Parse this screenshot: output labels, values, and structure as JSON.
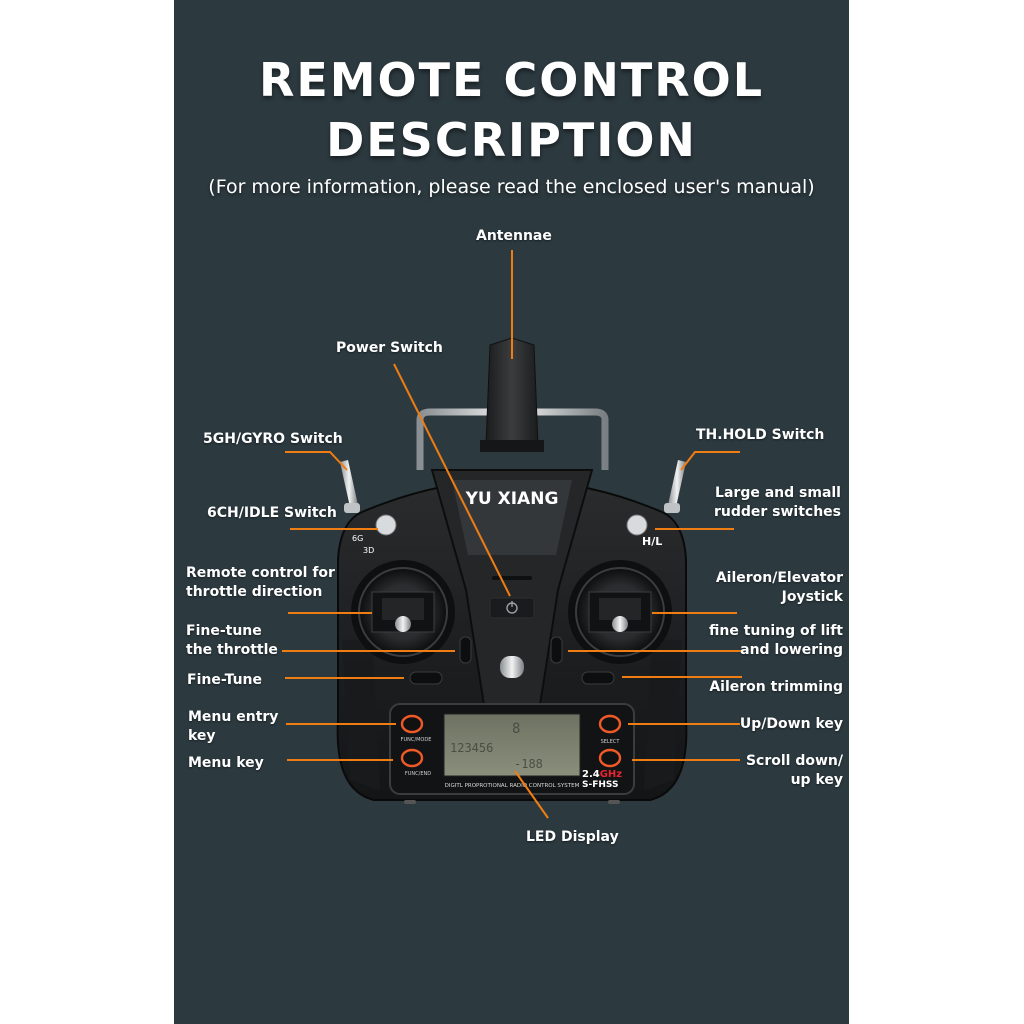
{
  "header": {
    "title_line1": "REMOTE CONTROL",
    "title_line2": "DESCRIPTION",
    "subtitle": "(For more information, please read the enclosed user's manual)"
  },
  "device": {
    "brand": "YU XIANG",
    "band": "2.4GHz",
    "band_prefix": "2.4",
    "band_suffix": "GHz",
    "protocol": "S-FHSS",
    "system_text": "DIGITL PROPROTIONAL RADIO CONTROL SYSTEM",
    "switch_left_marks": [
      "6G",
      "3D"
    ],
    "switch_right_mark": "H/L",
    "button_labels": {
      "func_mode": "FUNC/MODE",
      "func_end": "FUNC/END",
      "select": "SELECT"
    },
    "lcd": {
      "row1": "8",
      "row2": "123456",
      "row3": "-188"
    }
  },
  "callouts": {
    "antennae": "Antennae",
    "power_switch": "Power Switch",
    "gyro_switch": "5GH/GYRO Switch",
    "idle_switch": "6CH/IDLE Switch",
    "throttle_direction_1": "Remote control for",
    "throttle_direction_2": "throttle direction",
    "fine_tune_throttle_1": "Fine-tune",
    "fine_tune_throttle_2": "the throttle",
    "fine_tune": "Fine-Tune",
    "menu_entry_1": "Menu entry",
    "menu_entry_2": "key",
    "menu_key": "Menu key",
    "th_hold": "TH.HOLD Switch",
    "rudder_1": "Large and small",
    "rudder_2": "rudder switches",
    "aileron_joystick_1": "Aileron/Elevator",
    "aileron_joystick_2": "Joystick",
    "lift_1": "fine tuning of lift",
    "lift_2": "and lowering",
    "aileron_trim": "Aileron trimming",
    "updown_key": "Up/Down key",
    "scroll_1": "Scroll down/",
    "scroll_2": "up key",
    "led_display": "LED Display"
  },
  "colors": {
    "background": "#2c3a40",
    "leader_line": "#f07d12",
    "button_ring": "#f05a28",
    "band_accent": "#e8242f"
  }
}
